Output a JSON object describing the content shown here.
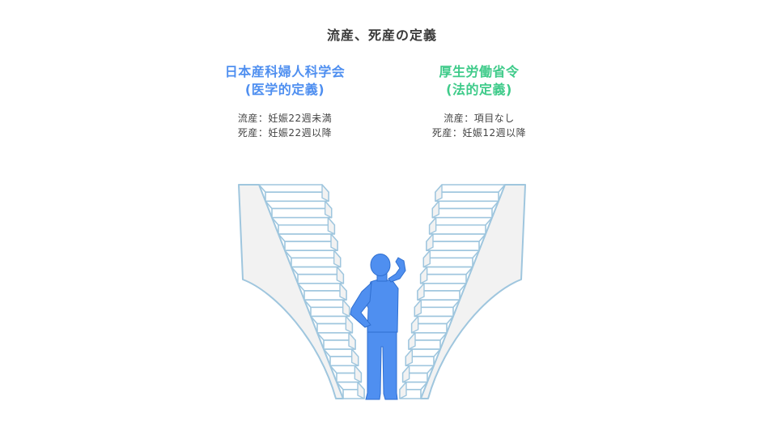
{
  "title": "流産、死産の定義",
  "colors": {
    "medical": "#4f8ff0",
    "legal": "#3fcb8a",
    "stair_stroke": "#9fc6de",
    "stair_fill": "#f2f2f2",
    "person": "#4f8ff0"
  },
  "medical": {
    "heading_line1": "日本産科婦人科学会",
    "heading_line2": "(医学的定義)",
    "miscarriage": "流産：妊娠22週未満",
    "stillbirth": "死産：妊娠22週以降"
  },
  "legal": {
    "heading_line1": "厚生労働省令",
    "heading_line2": "(法的定義)",
    "miscarriage": "流産：項目なし",
    "stillbirth": "死産：妊娠12週以降"
  },
  "illustration": {
    "icon": "person-scratching-head-icon",
    "stairs": "diverging-staircases-icon"
  }
}
